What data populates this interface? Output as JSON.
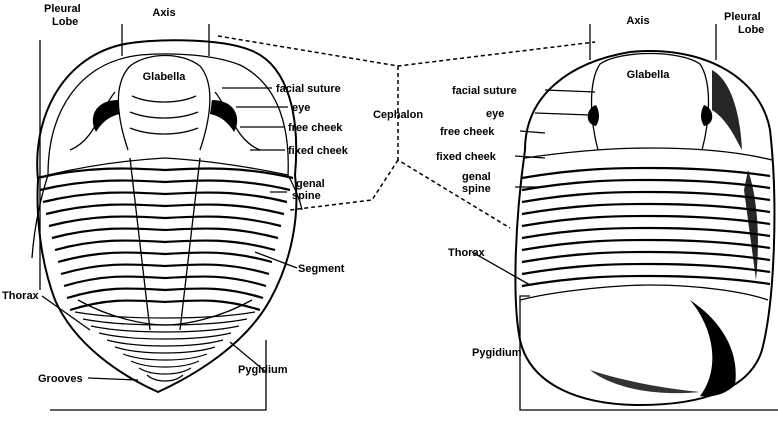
{
  "labels": {
    "left_pleural_lobe": [
      "Pleural",
      "Lobe"
    ],
    "left_axis": "Axis",
    "left_glabella": "Glabella",
    "left_facial_suture": "facial suture",
    "left_eye": "eye",
    "left_free_cheek": "free cheek",
    "left_fixed_cheek": "fixed cheek",
    "left_genal_spine": [
      "genal",
      "spine"
    ],
    "left_segment": "Segment",
    "left_thorax": "Thorax",
    "left_grooves": "Grooves",
    "left_pygidium": "Pygidium",
    "cephalon": "Cephalon",
    "right_axis": "Axis",
    "right_pleural_lobe": [
      "Pleural",
      "Lobe"
    ],
    "right_glabella": "Glabella",
    "right_facial_suture": "facial suture",
    "right_eye": "eye",
    "right_free_cheek": "free cheek",
    "right_fixed_cheek": "fixed cheek",
    "right_genal_spine": [
      "genal",
      "spine"
    ],
    "right_thorax": "Thorax",
    "right_pygidium": "Pygidium"
  },
  "colors": {
    "ink": "#000000",
    "paper": "#ffffff"
  }
}
